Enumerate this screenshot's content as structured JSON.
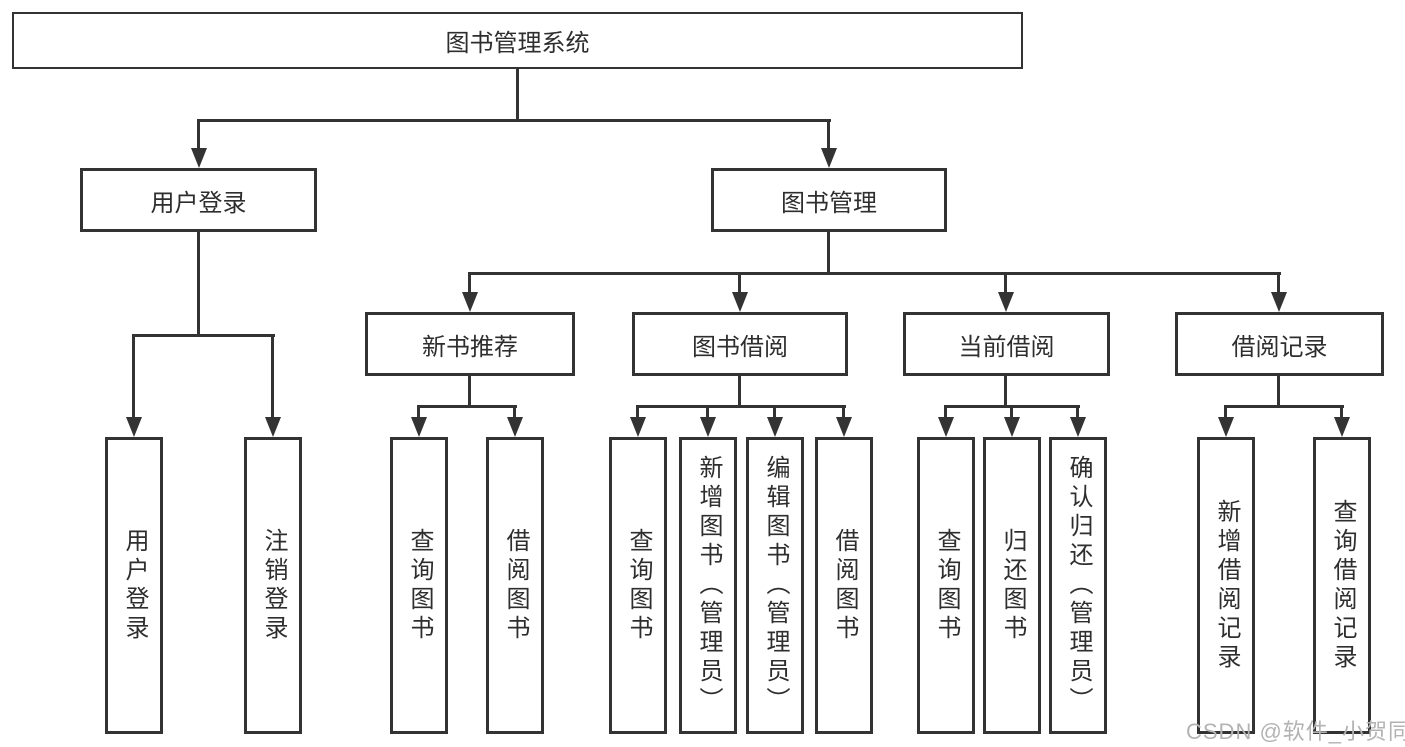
{
  "tree": {
    "root": {
      "label": "图书管理系统"
    },
    "user_branch": {
      "label": "用户登录",
      "children": [
        {
          "label": "用户登录"
        },
        {
          "label": "注销登录"
        }
      ]
    },
    "management_branch": {
      "label": "图书管理",
      "groups": [
        {
          "label": "新书推荐",
          "children": [
            {
              "label": "查询图书"
            },
            {
              "label": "借阅图书"
            }
          ]
        },
        {
          "label": "图书借阅",
          "children": [
            {
              "label": "查询图书"
            },
            {
              "label": "新增图书（管理员）"
            },
            {
              "label": "编辑图书（管理员）"
            },
            {
              "label": "借阅图书"
            }
          ]
        },
        {
          "label": "当前借阅",
          "children": [
            {
              "label": "查询图书"
            },
            {
              "label": "归还图书"
            },
            {
              "label": "确认归还（管理员）"
            }
          ]
        },
        {
          "label": "借阅记录",
          "children": [
            {
              "label": "新增借阅记录"
            },
            {
              "label": "查询借阅记录"
            }
          ]
        }
      ]
    }
  },
  "watermark": {
    "text": "CSDN @软件_小贺同学"
  },
  "colors": {
    "line": "#333333",
    "box_border": "#333333",
    "text": "#2e2e2e",
    "watermark": "#b3b3b3",
    "background": "#ffffff"
  }
}
